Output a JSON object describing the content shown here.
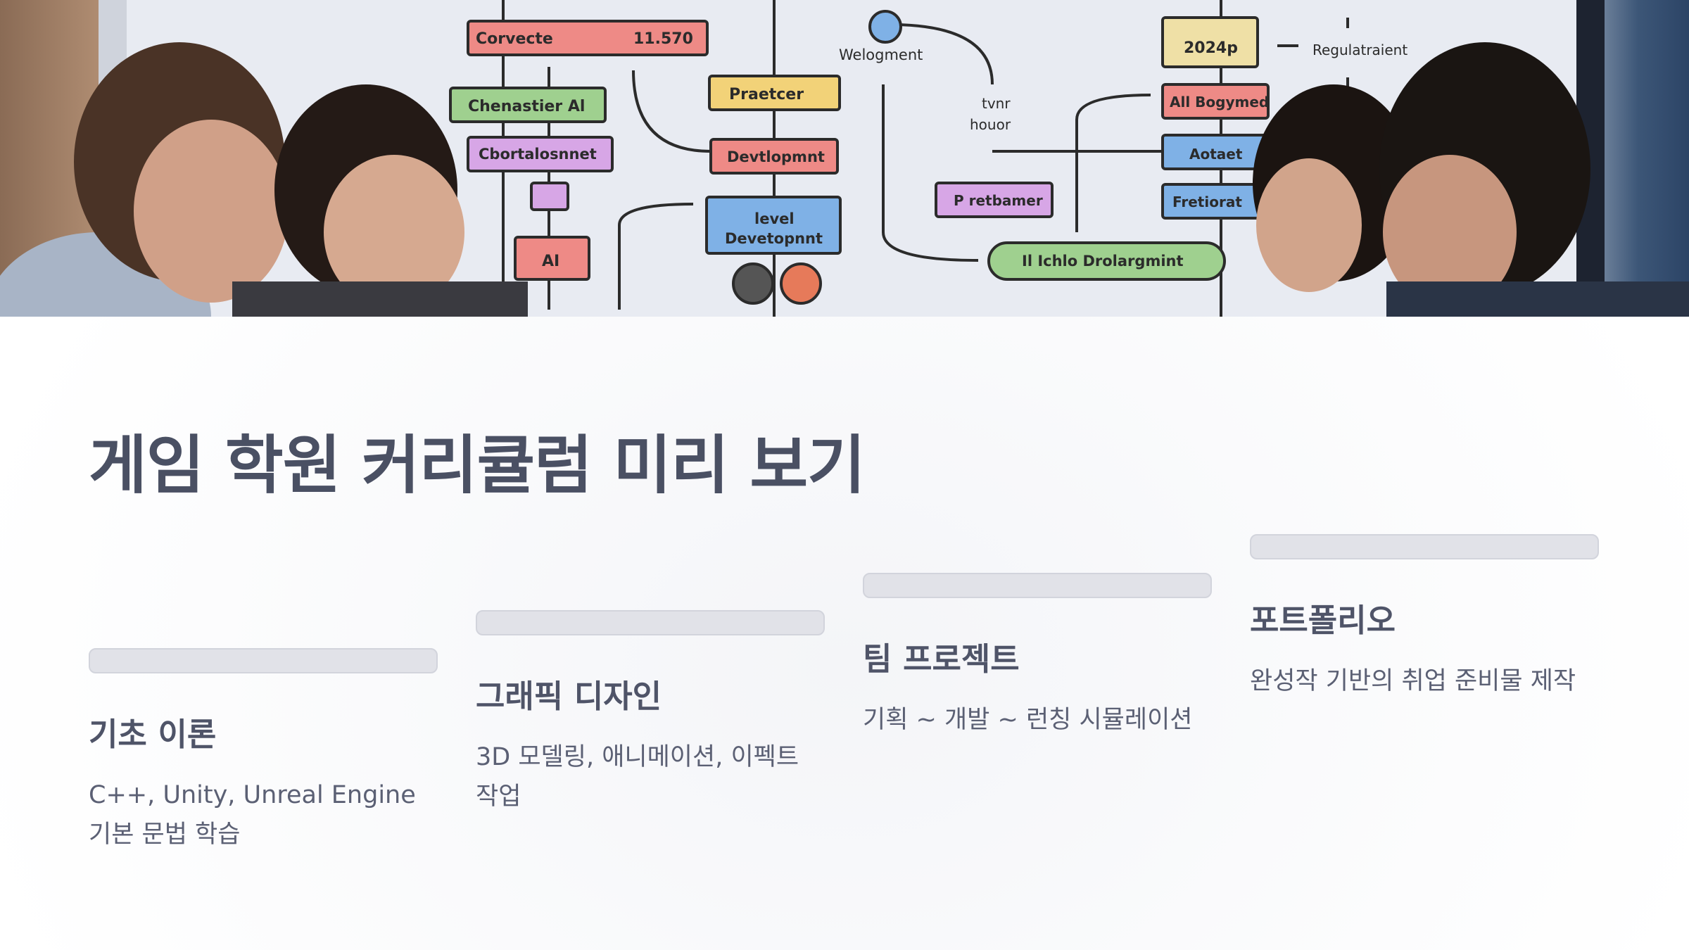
{
  "hero": {
    "image_alt": "Students looking at a game development flowchart on a whiteboard",
    "diagram_labels": [
      "Corvecte",
      "11.570",
      "Welogment",
      "2024p",
      "Regulatraient",
      "Chenastier Al",
      "Praetcer",
      "tvnr",
      "houor",
      "All Bogymed",
      "Cbortalosnnet",
      "Devtlopmnt",
      "Aotaet",
      "P retbamer",
      "Fretiorat",
      "AI",
      "level",
      "Devetopnnt",
      "Il Ichlo Drolargmint"
    ]
  },
  "title": "게임 학원 커리큘럼 미리 보기",
  "columns": [
    {
      "heading": "기초 이론",
      "desc": "C++, Unity, Unreal Engine 기본 문법 학습"
    },
    {
      "heading": "그래픽 디자인",
      "desc": "3D 모델링, 애니메이션, 이펙트 작업"
    },
    {
      "heading": "팀 프로젝트",
      "desc": "기획 ~ 개발 ~ 런칭 시뮬레이션"
    },
    {
      "heading": "포트폴리오",
      "desc": "완성작 기반의 취업 준비물 제작"
    }
  ],
  "colors": {
    "title": "#4a5063",
    "heading": "#4f5468",
    "body": "#5b6074",
    "bar": "#e1e2e8"
  }
}
